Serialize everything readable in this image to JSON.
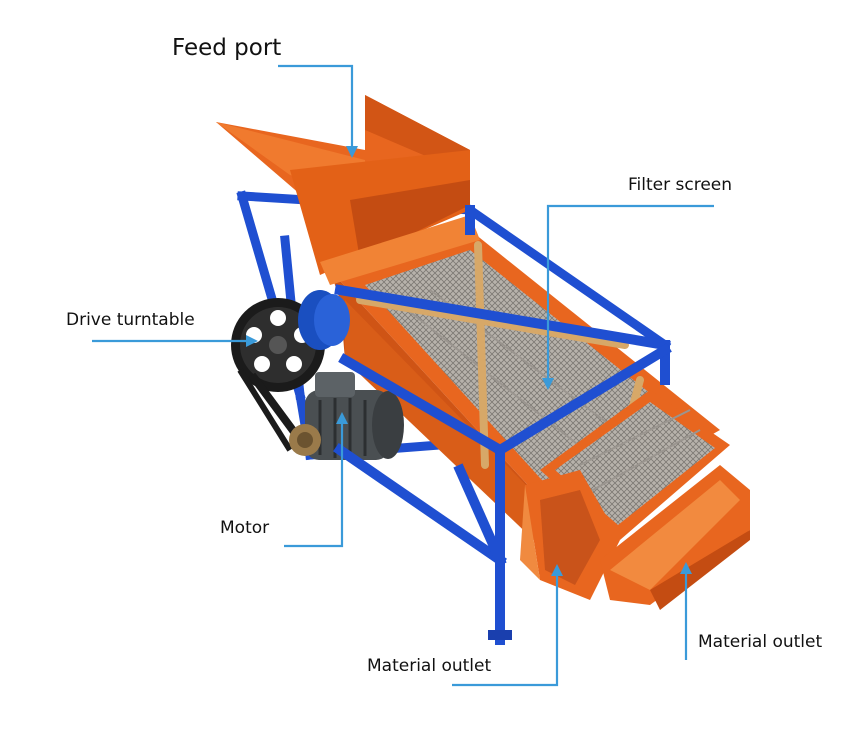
{
  "labels": {
    "feed_port": "Feed port",
    "filter_screen": "Filter screen",
    "drive_turntable": "Drive turntable",
    "motor": "Motor",
    "material_outlet_front": "Material outlet",
    "material_outlet_side": "Material outlet"
  },
  "colors": {
    "leader_line": "#3a9ad9",
    "frame_blue": "#1f4fd1",
    "body_orange": "#e8661f",
    "body_orange_dark": "#c24e12",
    "body_orange_light": "#f58a3c",
    "mesh": "#8a8a8a",
    "wood": "#d7a868",
    "motor_gray": "#4a4f52",
    "wheel_black": "#1b1b1b"
  }
}
